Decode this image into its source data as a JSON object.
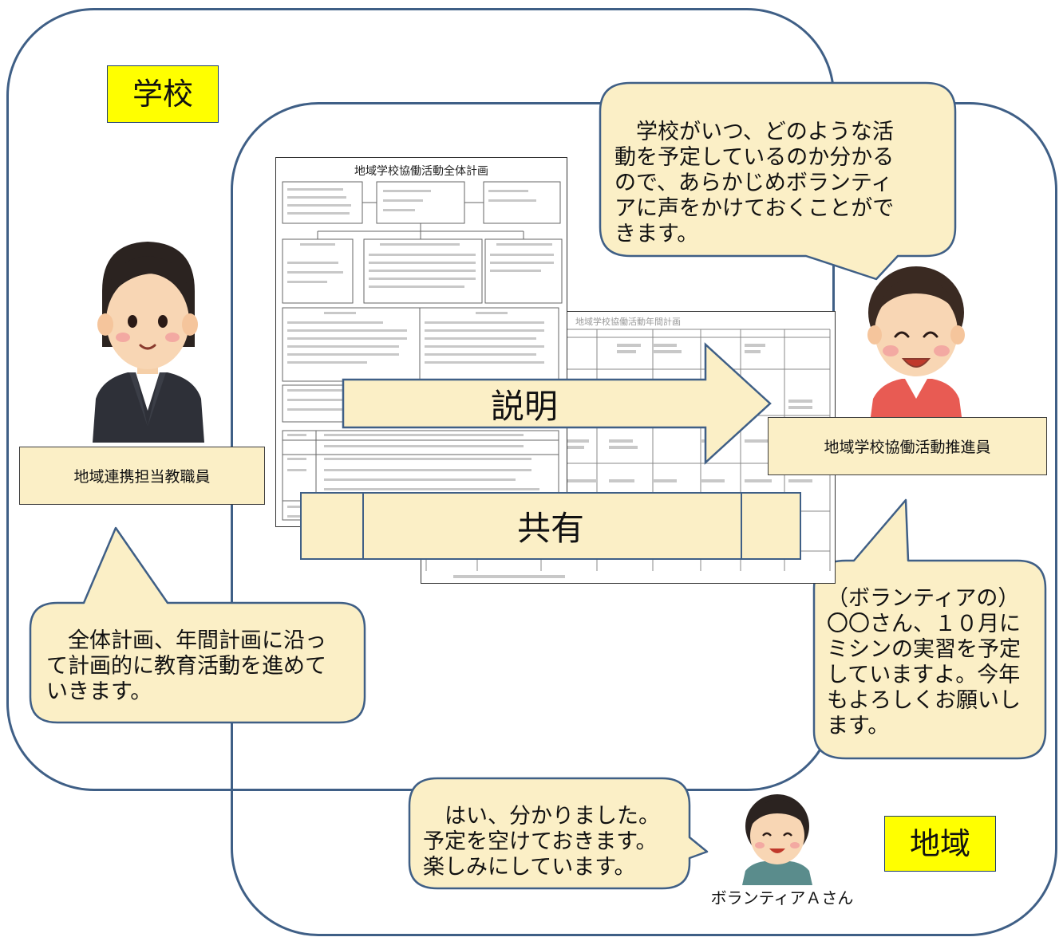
{
  "labels": {
    "school": "学校",
    "region": "地域"
  },
  "people": {
    "teacher_name": "地域連携担当教職員",
    "coordinator_name": "地域学校協働活動推進員",
    "volunteer_name": "ボランティアＡさん"
  },
  "bubbles": {
    "teacher": [
      "　全体計画、年間計画に沿っ",
      "て計画的に教育活動を進めて",
      "いきます。"
    ],
    "coordinator": [
      "　学校がいつ、どのような活",
      "動を予定しているのか分かる",
      "ので、あらかじめボランティ",
      "アに声をかけておくことがで",
      "きます。"
    ],
    "coordinator_to_volunteer": [
      "（ボランティアの）",
      "〇〇さん、１０月に",
      "ミシンの実習を予定",
      "していますよ。今年",
      "もよろしくお願いし",
      "ます。"
    ],
    "volunteer": [
      "　はい、分かりました。",
      "予定を空けておきます。",
      "楽しみにしています。"
    ]
  },
  "arrows": {
    "explain": "説明",
    "share": "共有"
  },
  "documents": {
    "plan_title": "地域学校協働活動全体計画",
    "annual_title": "地域学校協働活動年間計画"
  },
  "colors": {
    "frame": "#3f5f86",
    "highlight": "#ffff00",
    "bubble_fill": "#fbefc6"
  }
}
